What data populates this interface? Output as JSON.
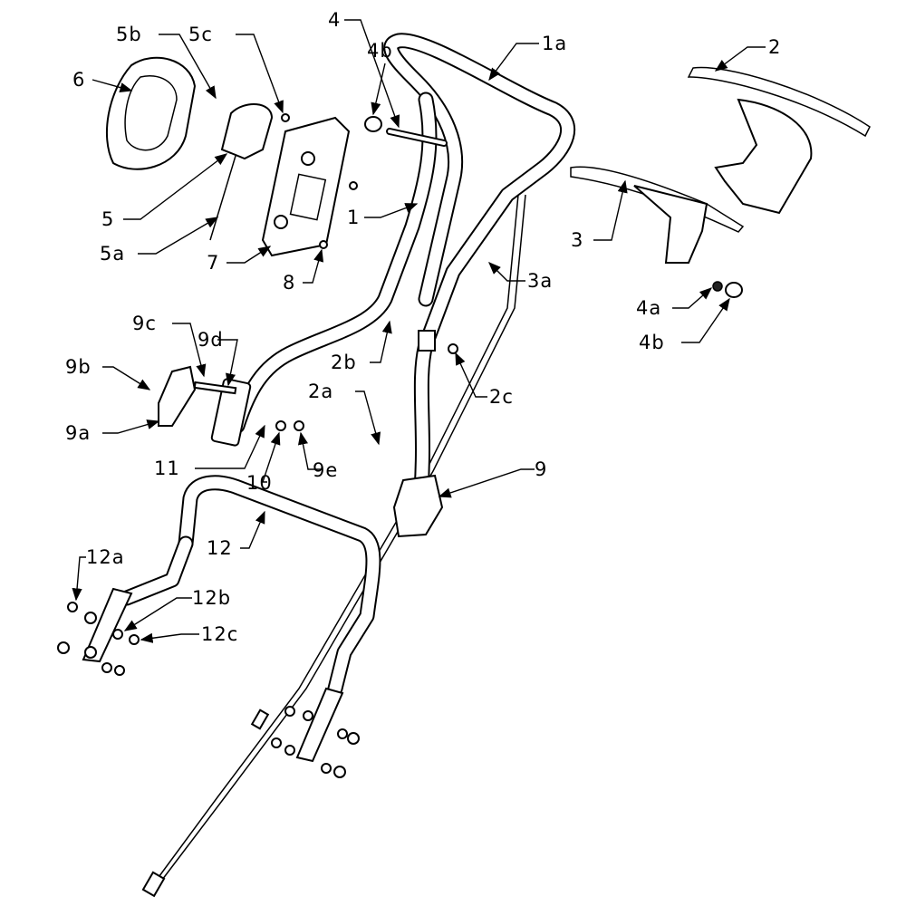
{
  "diagram": {
    "title": "Handle assembly exploded parts diagram",
    "labels": {
      "l_5b": "5b",
      "l_5c": "5c",
      "l_4": "4",
      "l_4b_top": "4b",
      "l_1a": "1a",
      "l_2": "2",
      "l_6": "6",
      "l_5": "5",
      "l_5a": "5a",
      "l_1": "1",
      "l_7": "7",
      "l_8": "8",
      "l_3": "3",
      "l_3a": "3a",
      "l_4a": "4a",
      "l_4b_right": "4b",
      "l_9c": "9c",
      "l_9d": "9d",
      "l_9b": "9b",
      "l_2b": "2b",
      "l_2c": "2c",
      "l_2a": "2a",
      "l_9a": "9a",
      "l_11": "11",
      "l_10": "10",
      "l_9e": "9e",
      "l_9": "9",
      "l_12": "12",
      "l_12a": "12a",
      "l_12b": "12b",
      "l_12c": "12c"
    }
  }
}
